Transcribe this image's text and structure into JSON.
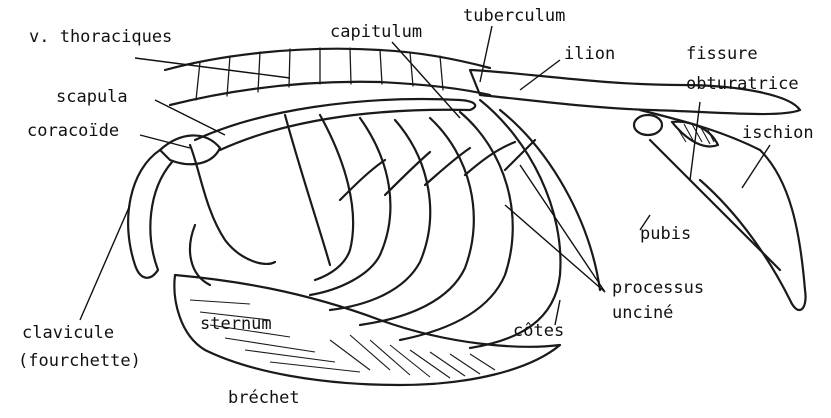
{
  "labels": {
    "vertebrae": "v. thoraciques",
    "capitulum": "capitulum",
    "tuberculum": "tuberculum",
    "ilion": "ilion",
    "fissure": "fissure",
    "obturatrice": "obturatrice",
    "ischion": "ischion",
    "scapula": "scapula",
    "coracoide": "coracoïde",
    "pubis": "pubis",
    "processus": "processus",
    "uncine": "unciné",
    "cotes": "côtes",
    "clavicule": "clavicule",
    "fourchette": "(fourchette)",
    "sternum": "sternum",
    "brechet": "bréchet"
  }
}
